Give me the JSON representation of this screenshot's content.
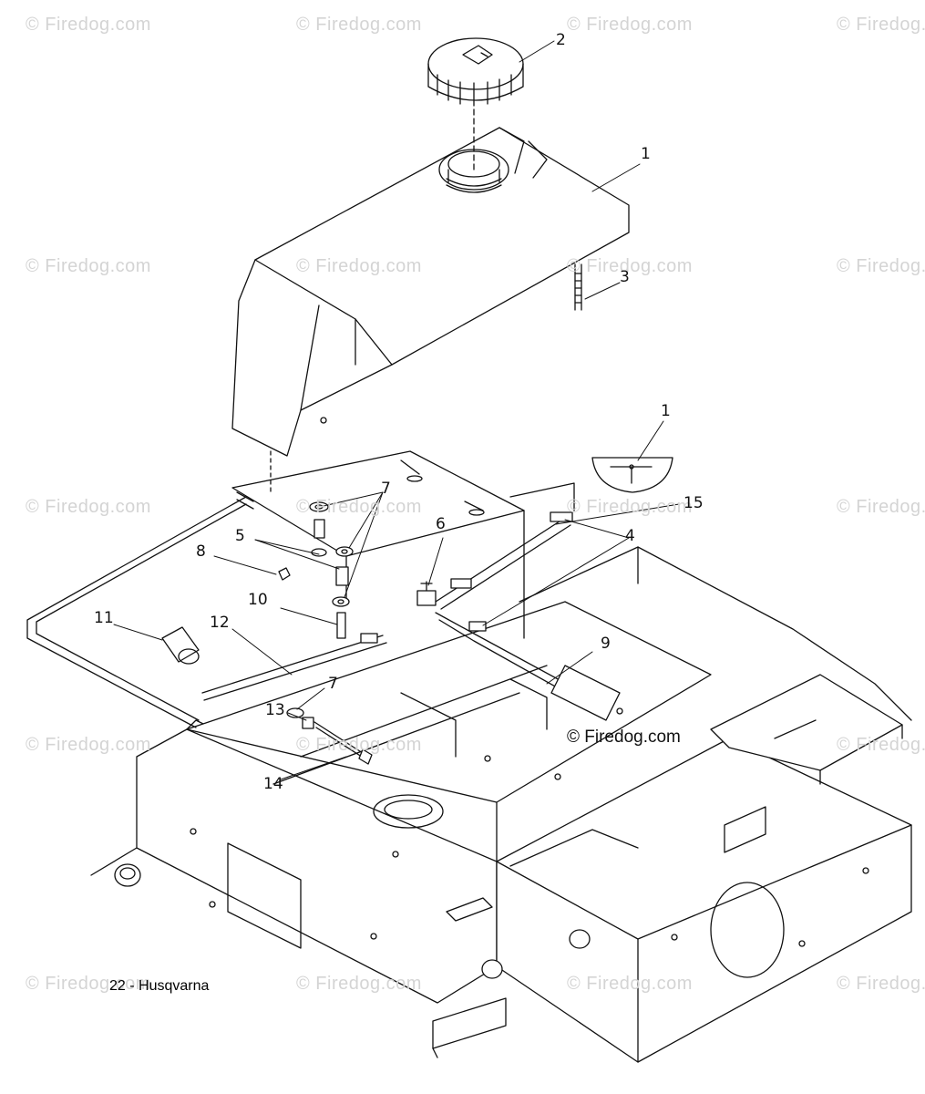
{
  "watermark": "© Firedog.com",
  "watermark_prominent": "© Firedog.com",
  "footer": "22 - Husqvarna",
  "callouts": [
    {
      "id": "c1a",
      "label": "1"
    },
    {
      "id": "c2",
      "label": "2"
    },
    {
      "id": "c3",
      "label": "3"
    },
    {
      "id": "c1b",
      "label": "1"
    },
    {
      "id": "c15",
      "label": "15"
    },
    {
      "id": "c4",
      "label": "4"
    },
    {
      "id": "c7a",
      "label": "7"
    },
    {
      "id": "c6",
      "label": "6"
    },
    {
      "id": "c5",
      "label": "5"
    },
    {
      "id": "c8",
      "label": "8"
    },
    {
      "id": "c10",
      "label": "10"
    },
    {
      "id": "c11",
      "label": "11"
    },
    {
      "id": "c12",
      "label": "12"
    },
    {
      "id": "c9",
      "label": "9"
    },
    {
      "id": "c7b",
      "label": "7"
    },
    {
      "id": "c13",
      "label": "13"
    },
    {
      "id": "c14",
      "label": "14"
    }
  ]
}
